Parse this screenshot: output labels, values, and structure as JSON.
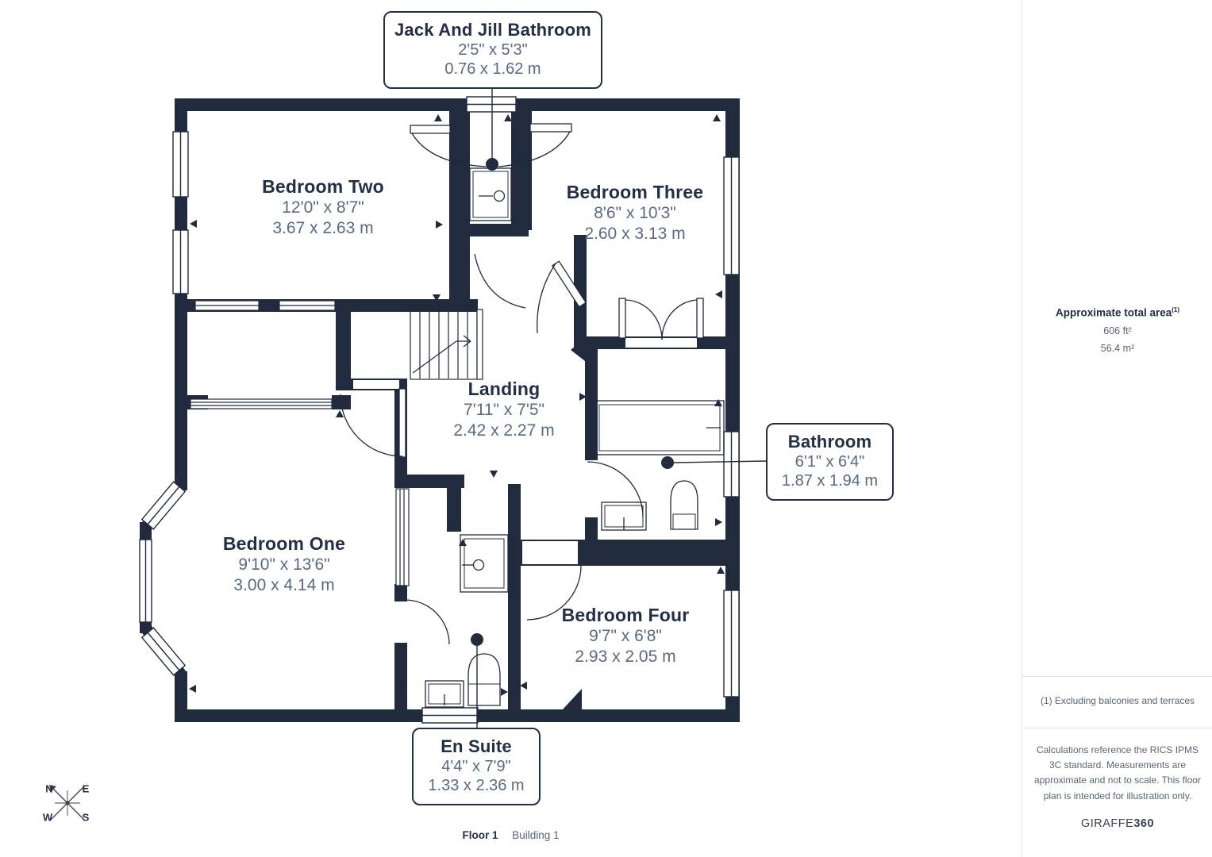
{
  "plan": {
    "rooms": [
      {
        "id": "bedroom-two",
        "name": "Bedroom Two",
        "imperial": "12'0\" x 8'7\"",
        "metric": "3.67 x 2.63 m"
      },
      {
        "id": "bedroom-three",
        "name": "Bedroom Three",
        "imperial": "8'6\" x 10'3\"",
        "metric": "2.60 x 3.13 m"
      },
      {
        "id": "landing",
        "name": "Landing",
        "imperial": "7'11\" x 7'5\"",
        "metric": "2.42 x 2.27 m"
      },
      {
        "id": "bedroom-one",
        "name": "Bedroom One",
        "imperial": "9'10\" x 13'6\"",
        "metric": "3.00 x 4.14 m"
      },
      {
        "id": "bedroom-four",
        "name": "Bedroom Four",
        "imperial": "9'7\" x 6'8\"",
        "metric": "2.93 x 2.05 m"
      }
    ],
    "callouts": [
      {
        "id": "jack-and-jill-bathroom",
        "name": "Jack And Jill Bathroom",
        "imperial": "2'5\" x 5'3\"",
        "metric": "0.76 x 1.62 m"
      },
      {
        "id": "bathroom",
        "name": "Bathroom",
        "imperial": "6'1\" x 6'4\"",
        "metric": "1.87 x 1.94 m"
      },
      {
        "id": "en-suite",
        "name": "En Suite",
        "imperial": "4'4\" x 7'9\"",
        "metric": "1.33 x 2.36 m"
      }
    ]
  },
  "sidebar": {
    "area_title": "Approximate total area",
    "area_title_superscript": "(1)",
    "area_ft": "606 ft²",
    "area_m": "56.4 m²",
    "footnote": "(1) Excluding balconies and terraces",
    "disclaimer": "Calculations reference the RICS IPMS 3C standard. Measurements are approximate and not to scale. This floor plan is intended for illustration only.",
    "brand_regular": "GIRAFFE",
    "brand_bold": "360"
  },
  "footer": {
    "floor_label": "Floor 1",
    "building_label": "Building 1"
  },
  "compass": {
    "north": "N",
    "east": "E",
    "west": "W",
    "south": "S"
  },
  "colors": {
    "wall": "#212b3d",
    "title_text": "#232f45",
    "dim_text": "#5a6a80",
    "muted_text": "#5a6572",
    "divider": "#e2e5e9"
  }
}
